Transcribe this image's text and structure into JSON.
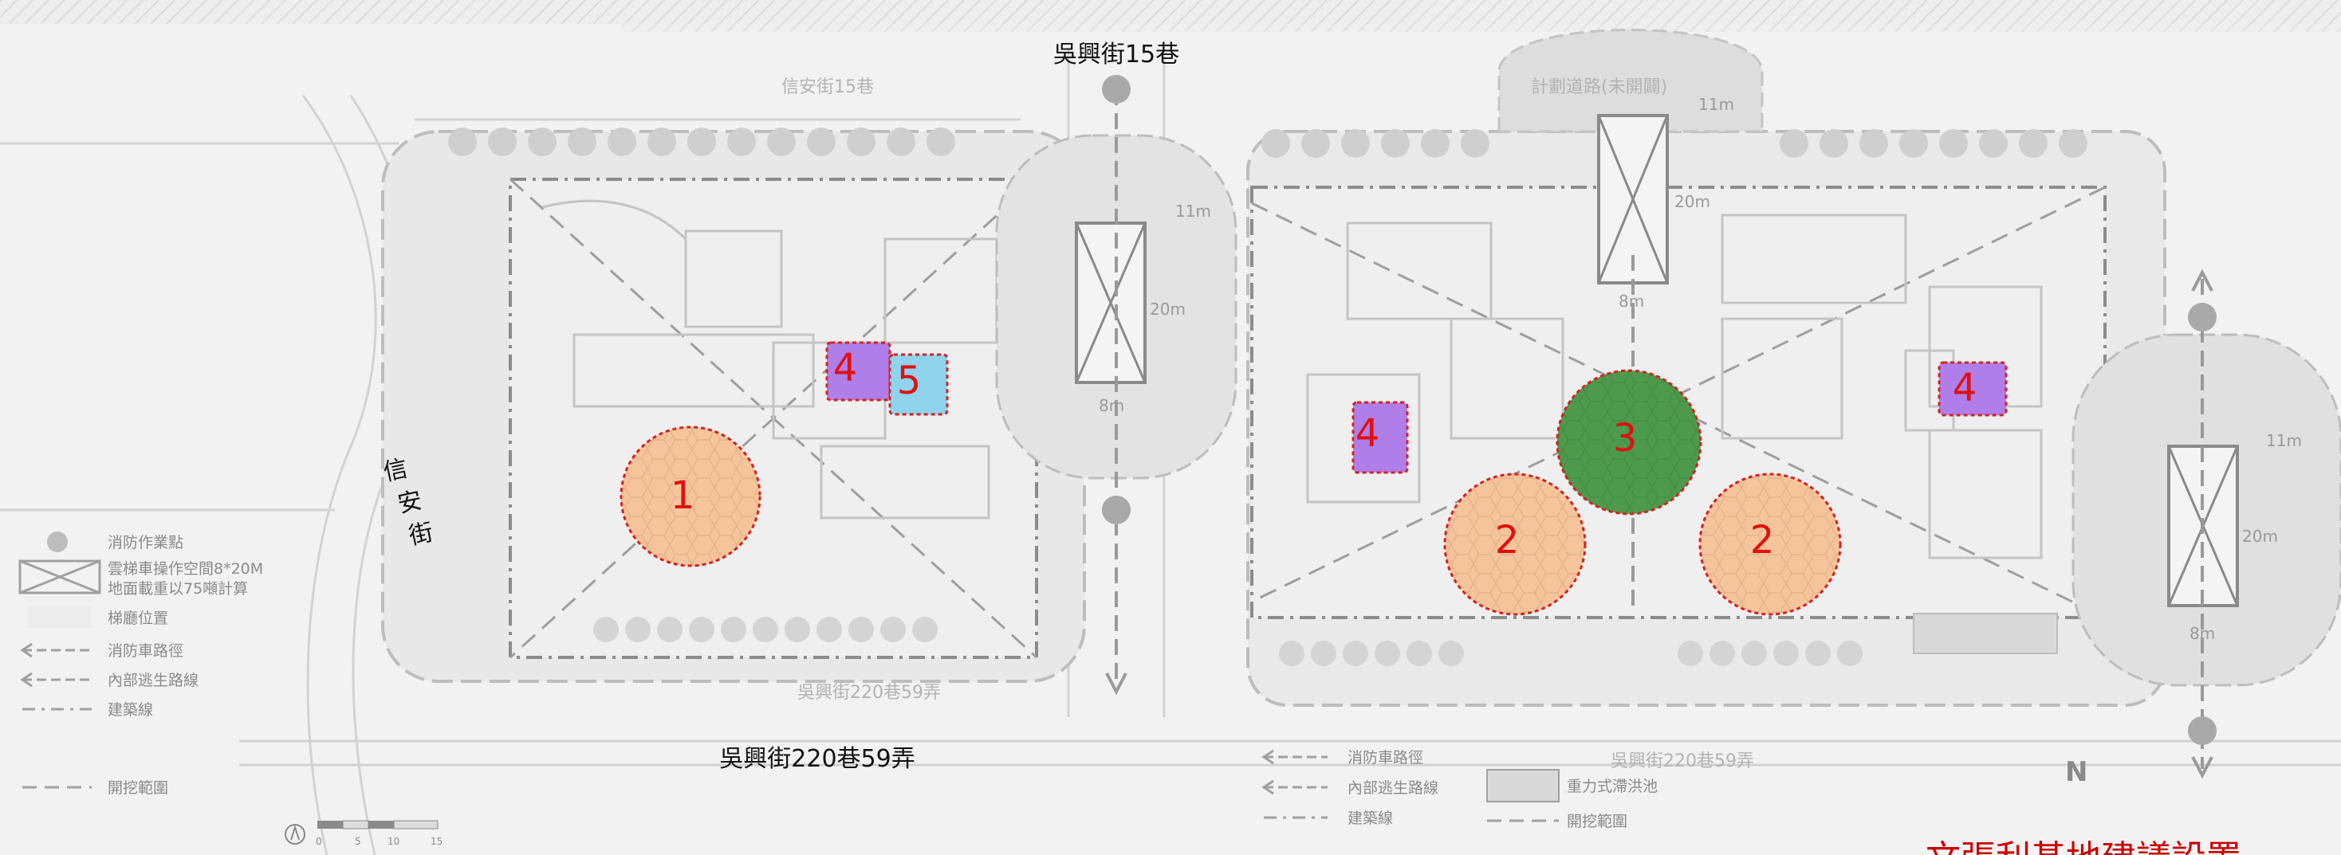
{
  "streets": {
    "north_lane": "吳興街15巷",
    "south_alley": "吳興街220巷59弄",
    "west_street": [
      "信",
      "安",
      "街"
    ],
    "faint_north_west": "信安街15巷",
    "faint_north_east": "計劃道路(未開闢)",
    "faint_south_east": "吳興街220巷59弄",
    "faint_south_west": "吳興街220巷59弄"
  },
  "dimensions": {
    "w20": "20m",
    "w11": "11m",
    "w8": "8m"
  },
  "markers": [
    {
      "label": "1",
      "kind": "circle-orange"
    },
    {
      "label": "2",
      "kind": "circle-orange"
    },
    {
      "label": "2",
      "kind": "circle-orange"
    },
    {
      "label": "3",
      "kind": "circle-green"
    },
    {
      "label": "4",
      "kind": "square-purple"
    },
    {
      "label": "4",
      "kind": "square-purple"
    },
    {
      "label": "4",
      "kind": "square-purple"
    },
    {
      "label": "5",
      "kind": "square-blue"
    }
  ],
  "legend_left": {
    "items": [
      {
        "icon": "dot-icon",
        "text": "消防作業點"
      },
      {
        "icon": "boxed-x-icon",
        "text": "雲梯車操作空間8*20M"
      },
      {
        "icon": "none",
        "text": "地面載重以75噸計算"
      },
      {
        "icon": "hatch-icon",
        "text": "梯廳位置"
      },
      {
        "icon": "dashed-arrow-icon",
        "text": "消防車路徑"
      },
      {
        "icon": "dashed-arrow-icon",
        "text": "內部逃生路線"
      },
      {
        "icon": "dash-dot-icon",
        "text": "建築線"
      },
      {
        "icon": "dash-icon",
        "text": "開挖範圍"
      }
    ]
  },
  "legend_bottom": {
    "col1": [
      "消防車路徑",
      "內部逃生路線",
      "建築線"
    ],
    "col2": [
      "重力式滯洪池",
      "開挖範圍"
    ]
  },
  "north_label": "N",
  "scale": {
    "labels": [
      "0",
      "5",
      "10",
      "15"
    ]
  },
  "caption": "文張利基地建議設置",
  "colors": {
    "orange_fill": "#f6c49a",
    "green_fill": "#4d9a4d",
    "purple_fill": "#b07ee8",
    "blue_fill": "#8fd3ec",
    "marker_text": "#e01010",
    "caption_red": "#cc0000"
  }
}
